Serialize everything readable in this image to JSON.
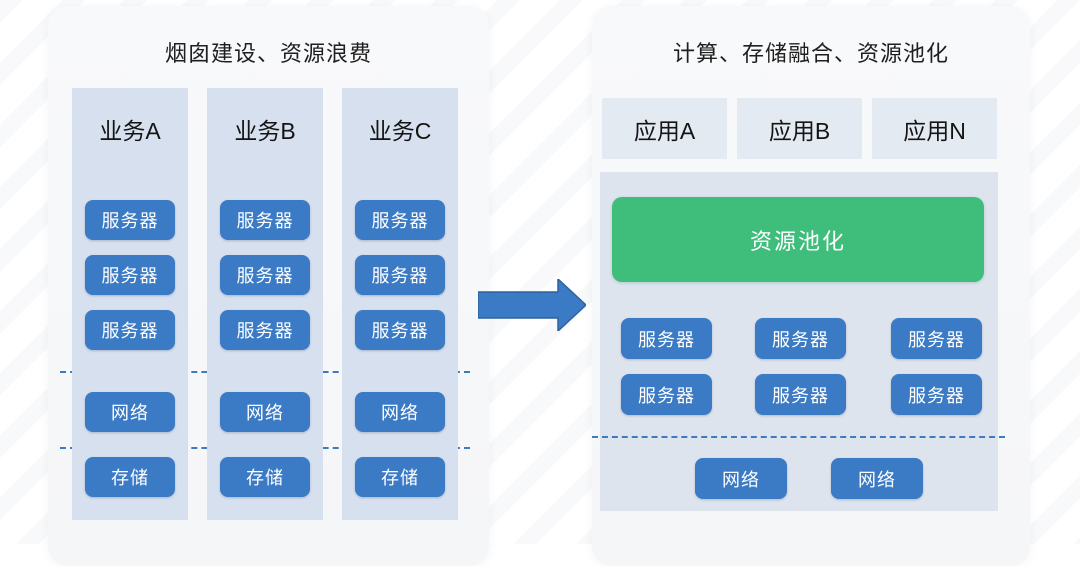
{
  "left_panel": {
    "title": "烟囱建设、资源浪费",
    "columns": [
      {
        "label": "业务A",
        "servers": [
          "服务器",
          "服务器",
          "服务器"
        ],
        "network": "网络",
        "storage": "存储"
      },
      {
        "label": "业务B",
        "servers": [
          "服务器",
          "服务器",
          "服务器"
        ],
        "network": "网络",
        "storage": "存储"
      },
      {
        "label": "业务C",
        "servers": [
          "服务器",
          "服务器",
          "服务器"
        ],
        "network": "网络",
        "storage": "存储"
      }
    ]
  },
  "arrow": {
    "icon": "right-arrow",
    "color": "#3b7ac4"
  },
  "right_panel": {
    "title": "计算、存储融合、资源池化",
    "apps": [
      "应用A",
      "应用B",
      "应用N"
    ],
    "pool_label": "资源池化",
    "servers": [
      "服务器",
      "服务器",
      "服务器",
      "服务器",
      "服务器",
      "服务器"
    ],
    "networks": [
      "网络",
      "网络"
    ]
  },
  "colors": {
    "button_blue": "#3b7ac4",
    "pool_green": "#3ebd7b",
    "column_bg": "#d6e0ee",
    "app_box_bg": "#e4eaf2",
    "container_bg": "#dde4ee",
    "card_bg": "#f7f8f9",
    "dashed_line_blue": "#3d7ac0",
    "title_text": "#1f1f1f"
  }
}
